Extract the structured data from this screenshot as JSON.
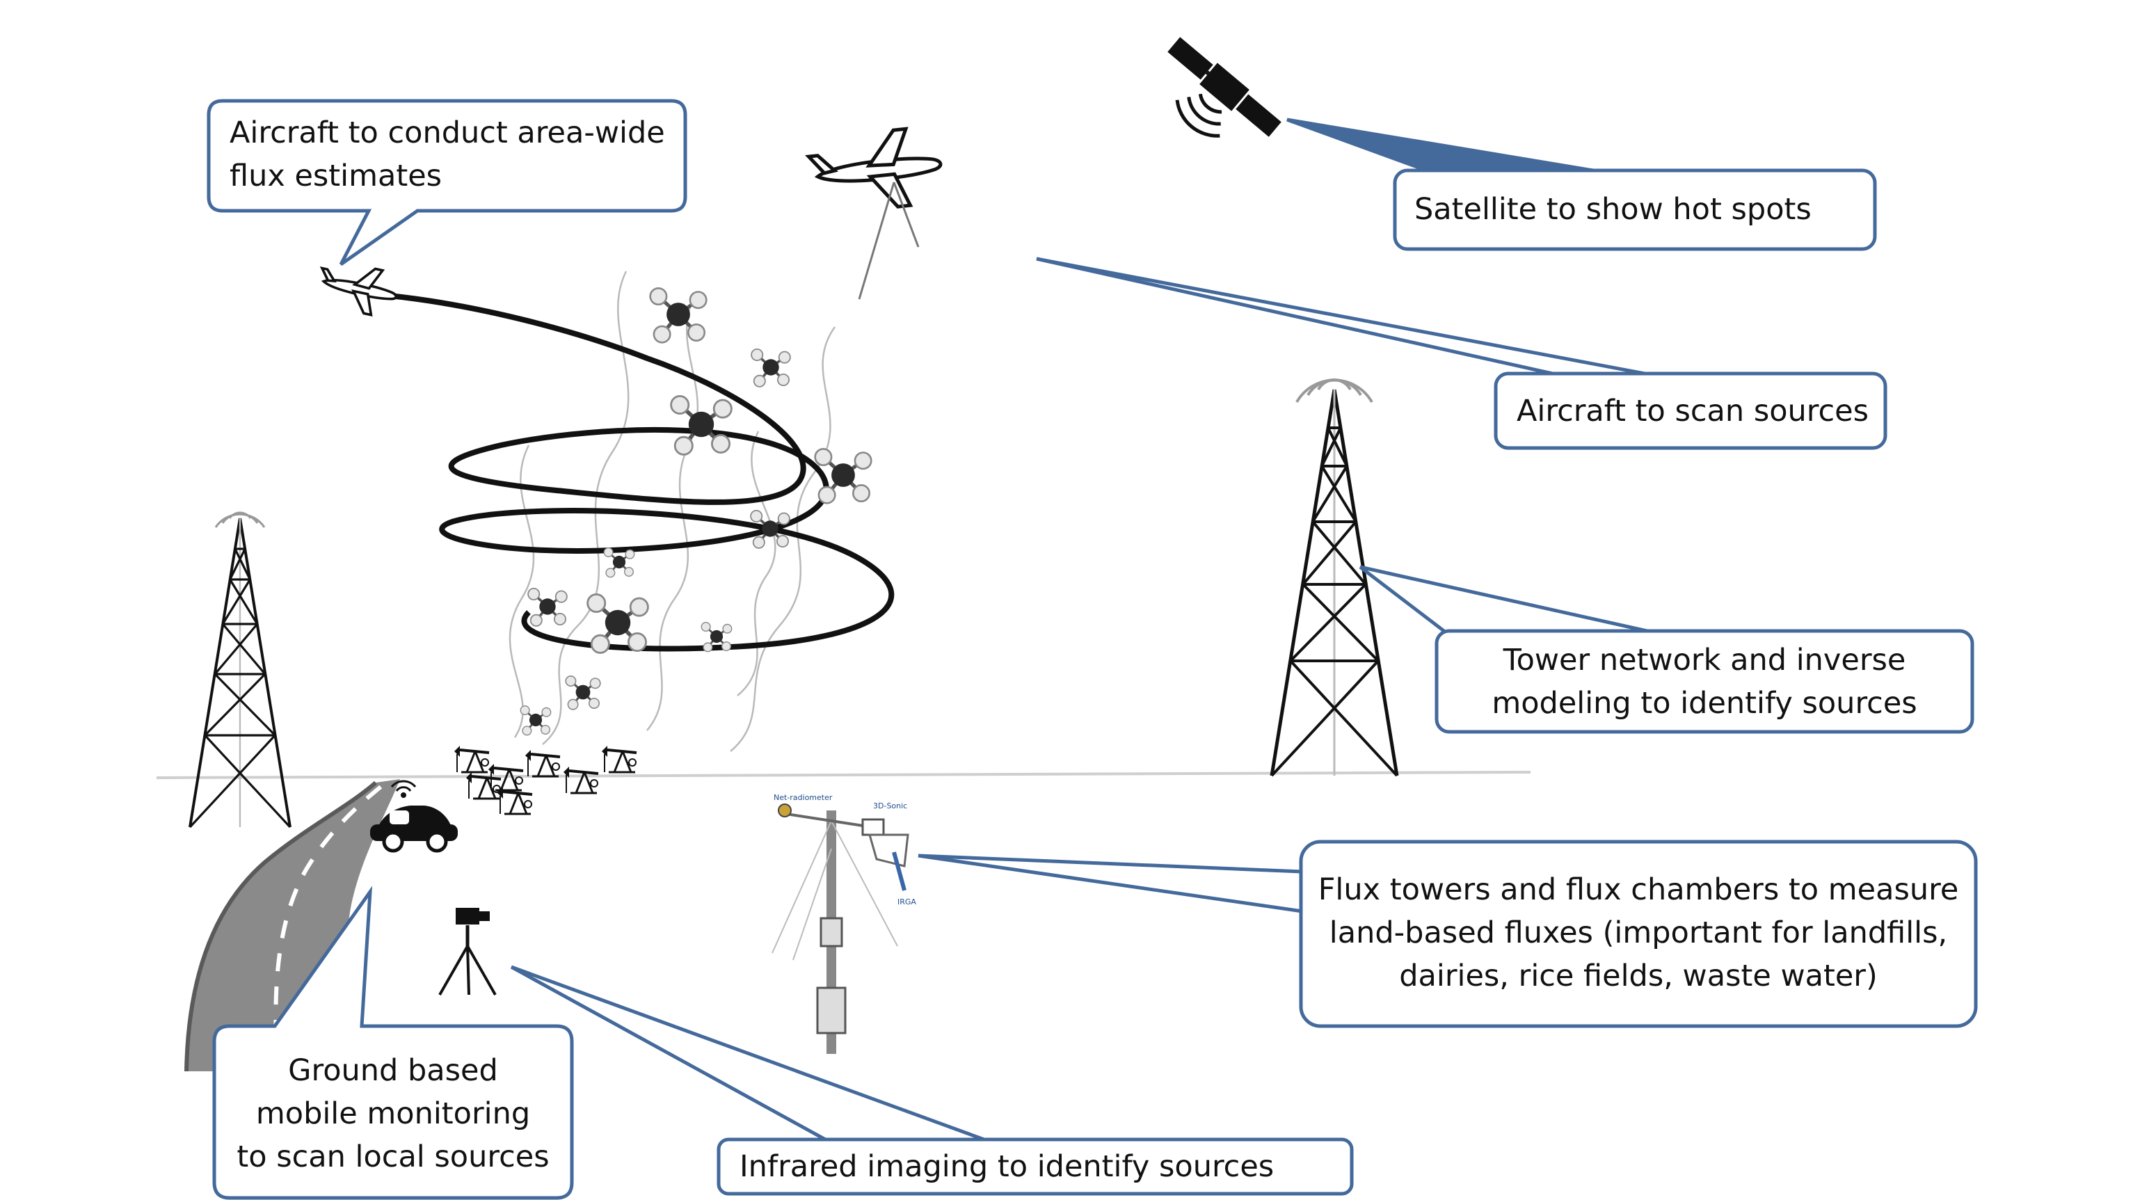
{
  "callouts": {
    "satellite": "Satellite to show hot spots",
    "aircraft_flux": [
      "Aircraft to conduct area-wide",
      "flux estimates"
    ],
    "aircraft_scan": "Aircraft to scan sources",
    "tower_network": [
      "Tower network and inverse",
      "modeling to identify sources"
    ],
    "flux_towers": [
      "Flux towers and flux chambers to measure",
      "land-based fluxes (important for landfills,",
      "dairies, rice fields, waste water)"
    ],
    "ground_mobile": [
      "Ground based",
      "mobile monitoring",
      "to scan local sources"
    ],
    "infrared": "Infrared imaging to identify sources"
  },
  "station_labels": {
    "net_radiometer": "Net-radiometer",
    "sonic": "3D-Sonic",
    "irga": "IRGA"
  },
  "icons": [
    "satellite-icon",
    "airplane-icon",
    "radio-tower-icon",
    "methane-molecule-icon",
    "pump-jack-icon",
    "car-icon",
    "ir-camera-tripod-icon",
    "road-icon",
    "flux-station-icon"
  ],
  "colors": {
    "callout_border": "#44699b",
    "pointer_line": "#44699b"
  }
}
